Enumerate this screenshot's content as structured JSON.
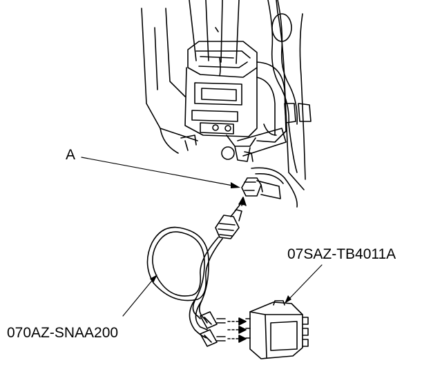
{
  "labels": {
    "part_a": "A",
    "harness_part_number": "070AZ-SNAA200",
    "tester_part_number": "07SAZ-TB4011A"
  },
  "colors": {
    "ink": "#000000",
    "paper": "#ffffff",
    "dot": "#bdbdbd"
  }
}
